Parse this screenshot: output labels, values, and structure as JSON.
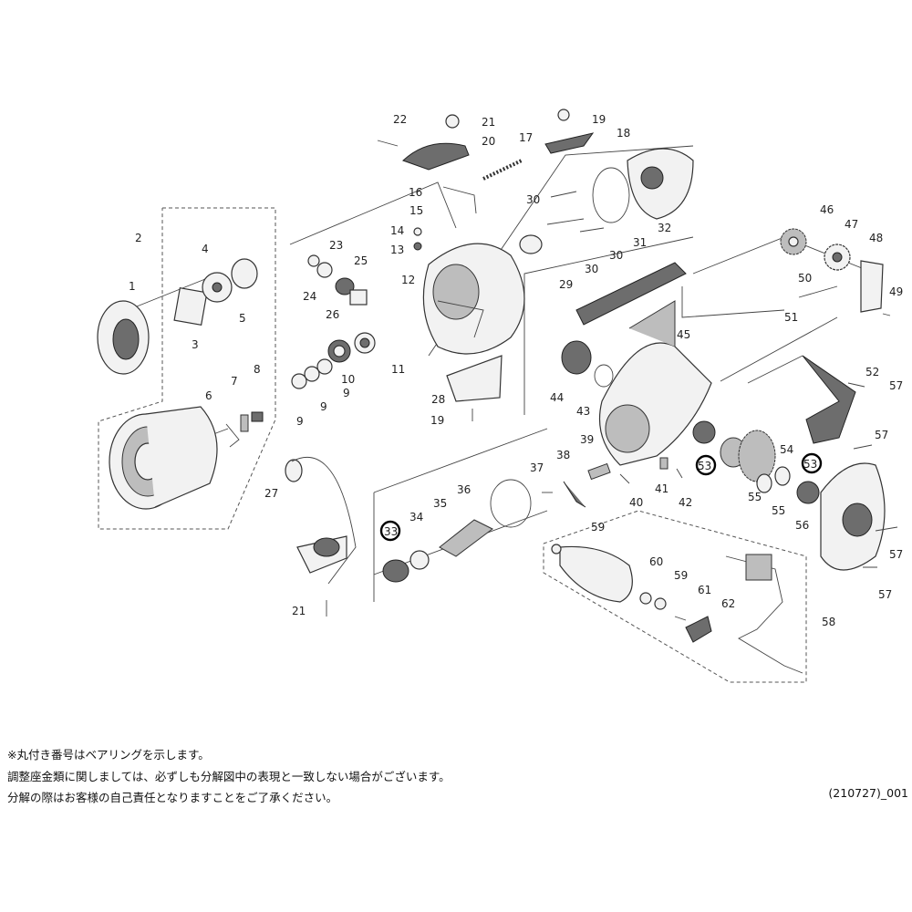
{
  "part_numbers": [
    "1",
    "2",
    "3",
    "4",
    "5",
    "6",
    "7",
    "8",
    "9",
    "9",
    "9",
    "10",
    "11",
    "12",
    "13",
    "14",
    "15",
    "16",
    "17",
    "18",
    "19",
    "19",
    "20",
    "21",
    "21",
    "22",
    "23",
    "24",
    "25",
    "26",
    "27",
    "28",
    "29",
    "30",
    "30",
    "30",
    "31",
    "32",
    "33",
    "34",
    "35",
    "36",
    "37",
    "38",
    "39",
    "40",
    "41",
    "42",
    "43",
    "44",
    "45",
    "46",
    "47",
    "48",
    "49",
    "50",
    "51",
    "52",
    "53",
    "53",
    "54",
    "55",
    "55",
    "56",
    "57",
    "57",
    "57",
    "57",
    "58",
    "59",
    "59",
    "60",
    "61",
    "62"
  ],
  "bearing_marked": [
    "33",
    "53",
    "53"
  ],
  "notes": {
    "line1": "※丸付き番号はベアリングを示します。",
    "line2": "調整座金類に関しましては、必ずしも分解図中の表現と一致しない場合がございます。",
    "line3": "分解の際はお客様の自己責任となりますことをご了承ください。"
  },
  "diagram_code": "(210727)_001"
}
